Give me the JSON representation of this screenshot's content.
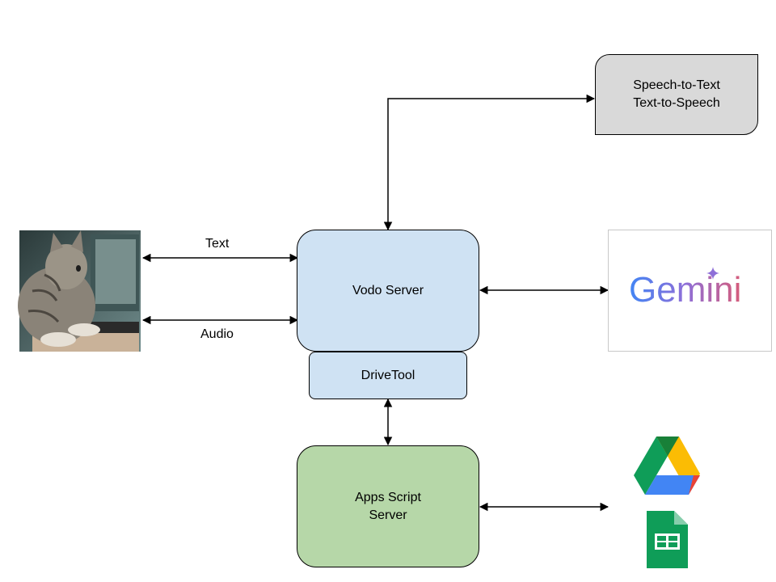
{
  "nodes": {
    "speech": {
      "line1": "Speech-to-Text",
      "line2": "Text-to-Speech",
      "fill": "#d9d9d9"
    },
    "vodo": {
      "label": "Vodo Server",
      "fill": "#cfe2f3"
    },
    "drivetool": {
      "label": "DriveTool",
      "fill": "#cfe2f3"
    },
    "appsscript": {
      "line1": "Apps Script",
      "line2": "Server",
      "fill": "#b6d7a8"
    }
  },
  "edges": {
    "text_label": "Text",
    "audio_label": "Audio"
  },
  "gemini": {
    "wordmark": "Gemini"
  },
  "icons": [
    "cat-image",
    "gemini-logo",
    "google-drive-icon",
    "google-sheets-icon"
  ]
}
